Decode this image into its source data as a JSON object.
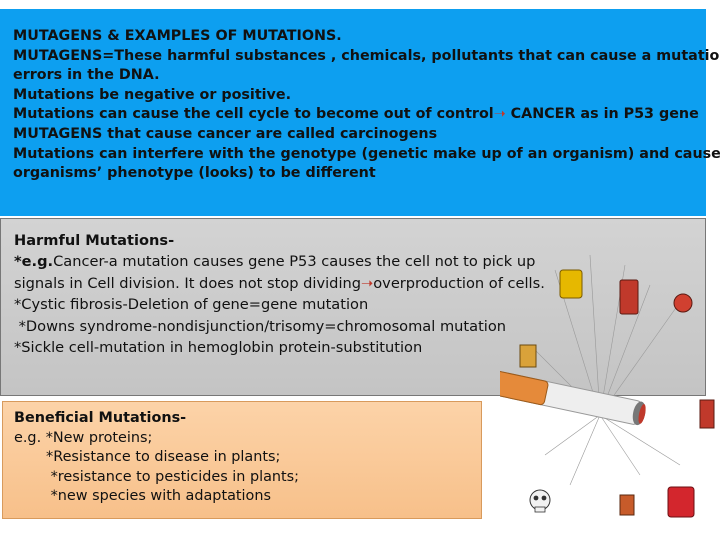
{
  "top_box": {
    "title": "MUTAGENS & EXAMPLES OF MUTATIONS.",
    "line1": "MUTAGENS=These harmful substances , chemicals, pollutants that can cause a mutation =",
    "line2": "errors in the DNA.",
    "line3": "Mutations be negative or positive.",
    "line4_before": "Mutations can cause the cell cycle to become out of control",
    "line4_after": " CANCER as in P53 gene",
    "line5": "MUTAGENS that cause cancer are called carcinogens",
    "line6": "Mutations can interfere with the genotype (genetic make up of an organism) and cause the",
    "line7": "organisms’ phenotype (looks) to be different"
  },
  "harmful": {
    "heading": "Harmful Mutations-",
    "eg_label": "*e.g.",
    "eg_text": "Cancer-a mutation causes gene P53 causes the cell  not to pick up",
    "line2_before": " signals in Cell division. It does not stop dividing",
    "line2_after": "overproduction of cells.",
    "line3": "*Cystic fibrosis-Deletion of gene=gene mutation",
    "line4": " *Downs syndrome-nondisjunction/trisomy=chromosomal mutation",
    "line5": "*Sickle cell-mutation in hemoglobin protein-substitution"
  },
  "beneficial": {
    "heading": "Beneficial Mutations-",
    "line1": "e.g. *New proteins;",
    "line2": "       *Resistance to disease in plants;",
    "line3": "        *resistance to pesticides in plants;",
    "line4": "        *new species with adaptations"
  },
  "icons": {
    "arrow": "right-arrow-icon",
    "illustration": "cigarette-carcinogens-illustration"
  }
}
